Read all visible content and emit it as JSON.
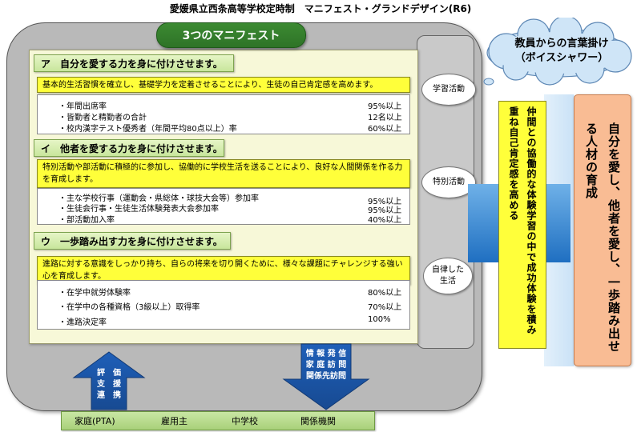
{
  "title": "愛媛県立西条高等学校定時制　マニフェスト・グランドデザイン(R6)",
  "header": "3つのマニフェスト",
  "sections": [
    {
      "title": "ア　自分を愛する力を身に付けさせます。",
      "goal": "基本的生活習慣を確立し、基礎学力を定着させることにより、生徒の自己肯定感を高めます。",
      "items": [
        {
          "label": "・年間出席率",
          "value": "95%以上"
        },
        {
          "label": "・皆勤者と精勤者の合計",
          "value": "12名以上"
        },
        {
          "label": "・校内漢字テスト優秀者（年間平均80点以上）率",
          "value": "60%以上"
        }
      ]
    },
    {
      "title": "イ　他者を愛する力を身に付けさせます。",
      "goal": "特別活動や部活動に積極的に参加し、協働的に学校生活を送ることにより、良好な人間関係を作る力を育成します。",
      "items": [
        {
          "label": "・主な学校行事（運動会・県総体・球技大会等）参加率",
          "value": "95%以上"
        },
        {
          "label": "・生徒会行事・生徒生活体験発表大会参加率",
          "value": "95%以上"
        },
        {
          "label": "・部活動加入率",
          "value": "40%以上"
        }
      ]
    },
    {
      "title": "ウ　一歩踏み出す力を身に付けさせます。",
      "goal": "進路に対する意識をしっかり持ち、自らの将来を切り開くために、様々な課題にチャレンジする強い心を育成します。",
      "items": [
        {
          "label": "・在学中就労体験率",
          "value": "80%以上"
        },
        {
          "label": "・在学中の各種資格（3級以上）取得率",
          "value": "70%以上"
        },
        {
          "label": "・進路決定率",
          "value": "100%"
        }
      ]
    }
  ],
  "side_labels": [
    "学習活動",
    "特別活動",
    "自律した生活"
  ],
  "cloud": {
    "line1": "教員からの言葉掛け",
    "line2": "（ボイスシャワー）"
  },
  "yellow_bar": "仲間との協働的な体験学習の中で成功体験を積み重ね自己肯定感を高める",
  "orange_bar": "自分を愛し、他者を愛し、一歩踏み出せる人材の育成",
  "up_arrow": [
    "評　価",
    "支　援",
    "連　携"
  ],
  "down_arrow": [
    "情 報 発 信",
    "家 庭 訪 問",
    "関係先訪問"
  ],
  "bottom": [
    "家庭(PTA)",
    "雇用主",
    "中学校",
    "関係機関"
  ]
}
